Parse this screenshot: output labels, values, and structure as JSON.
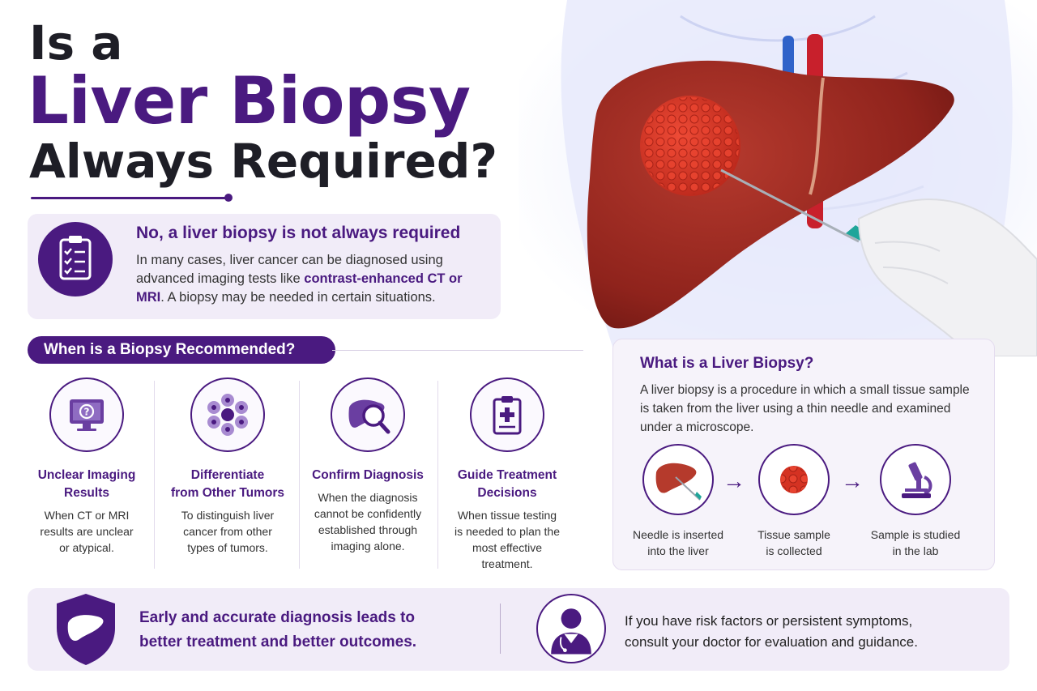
{
  "title": {
    "line1": "Is a",
    "line2": "Liver Biopsy",
    "line3": "Always Required?"
  },
  "answer": {
    "heading": "No, a liver biopsy is not always required",
    "body_before": "In many cases, liver cancer can be diagnosed using advanced imaging tests like ",
    "body_highlight": "contrast-enhanced CT or MRI",
    "body_after": ". A biopsy may be needed in certain situations.",
    "icon": "clipboard-checklist-icon"
  },
  "when": {
    "heading": "When is a Biopsy Recommended?",
    "items": [
      {
        "title_1": "Unclear Imaging",
        "title_2": "Results",
        "desc_1": "When CT or MRI",
        "desc_2": "results are unclear",
        "desc_3": "or atypical.",
        "desc_4": "",
        "icon": "monitor-question-icon"
      },
      {
        "title_1": "Differentiate",
        "title_2": "from Other Tumors",
        "desc_1": "To distinguish liver",
        "desc_2": "cancer from other",
        "desc_3": "types of tumors.",
        "desc_4": "",
        "icon": "cells-icon"
      },
      {
        "title_1": "Confirm Diagnosis",
        "title_2": "",
        "desc_1": "When the diagnosis",
        "desc_2": "cannot be confidently",
        "desc_3": "established through",
        "desc_4": "imaging alone.",
        "icon": "liver-magnifier-icon"
      },
      {
        "title_1": "Guide Treatment",
        "title_2": "Decisions",
        "desc_1": "When tissue testing",
        "desc_2": "is needed to plan the",
        "desc_3": "most effective",
        "desc_4": "treatment.",
        "icon": "medical-clipboard-icon"
      }
    ]
  },
  "what": {
    "heading": "What is a Liver Biopsy?",
    "body": "A liver biopsy is a procedure in which a small tissue sample is taken from the liver using a thin needle and examined under a microscope.",
    "steps": [
      {
        "label_1": "Needle is inserted",
        "label_2": "into the liver",
        "icon": "liver-needle-icon"
      },
      {
        "label_1": "Tissue sample",
        "label_2": "is collected",
        "icon": "tissue-sample-icon"
      },
      {
        "label_1": "Sample is studied",
        "label_2": "in the lab",
        "icon": "microscope-icon"
      }
    ],
    "arrow": "→"
  },
  "bottom": {
    "left_1": "Early and accurate diagnosis leads to",
    "left_2": "better treatment and better outcomes.",
    "right_1": "If you have risk factors or persistent symptoms,",
    "right_2": "consult your doctor for evaluation and guidance."
  },
  "colors": {
    "accent": "#4a1a80",
    "liver": "#9c2a22",
    "card_bg": "#f1ecf8"
  }
}
